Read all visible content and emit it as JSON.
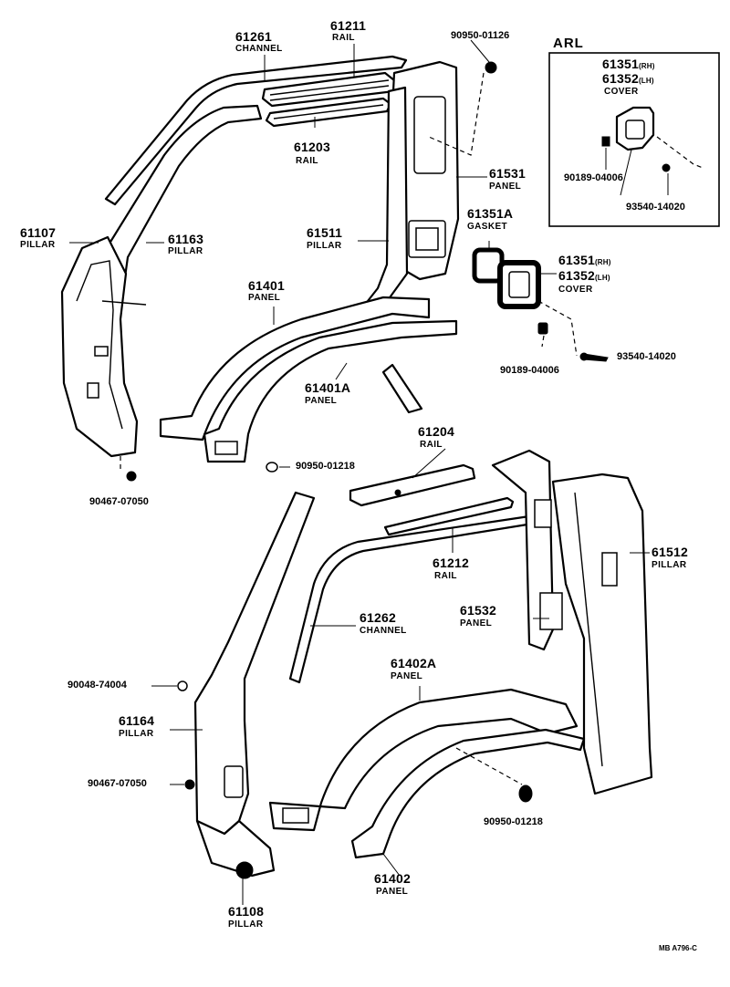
{
  "labels": {
    "channel_61261": {
      "num": "61261",
      "name": "CHANNEL"
    },
    "rail_61211": {
      "num": "61211",
      "name": "RAIL"
    },
    "clip_90950_01126": {
      "num": "90950-01126"
    },
    "rail_61203": {
      "num": "61203",
      "name": "RAIL"
    },
    "pillar_61107": {
      "num": "61107",
      "name": "PILLAR"
    },
    "pillar_61163": {
      "num": "61163",
      "name": "PILLAR"
    },
    "panel_61531": {
      "num": "61531",
      "name": "PANEL"
    },
    "pillar_61511": {
      "num": "61511",
      "name": "PILLAR"
    },
    "gasket_61351a": {
      "num": "61351A",
      "name": "GASKET"
    },
    "cover_main": {
      "num_rh": "61351",
      "rh": "(RH)",
      "num_lh": "61352",
      "lh": "(LH)",
      "name": "COVER"
    },
    "panel_61401": {
      "num": "61401",
      "name": "PANEL"
    },
    "panel_61401a": {
      "num": "61401A",
      "name": "PANEL"
    },
    "plug_90189_04006": {
      "num": "90189-04006"
    },
    "screw_93540_14020": {
      "num": "93540-14020"
    },
    "plug_90950_01218_top": {
      "num": "90950-01218"
    },
    "clip_90467_07050_top": {
      "num": "90467-07050"
    },
    "rail_61204": {
      "num": "61204",
      "name": "RAIL"
    },
    "pillar_61512": {
      "num": "61512",
      "name": "PILLAR"
    },
    "rail_61212": {
      "num": "61212",
      "name": "RAIL"
    },
    "channel_61262": {
      "num": "61262",
      "name": "CHANNEL"
    },
    "panel_61532": {
      "num": "61532",
      "name": "PANEL"
    },
    "clip_90048_74004": {
      "num": "90048-74004"
    },
    "panel_61402a": {
      "num": "61402A",
      "name": "PANEL"
    },
    "pillar_61164": {
      "num": "61164",
      "name": "PILLAR"
    },
    "clip_90467_07050_bottom": {
      "num": "90467-07050"
    },
    "plug_90950_01218_bottom": {
      "num": "90950-01218"
    },
    "panel_61402": {
      "num": "61402",
      "name": "PANEL"
    },
    "pillar_61108": {
      "num": "61108",
      "name": "PILLAR"
    }
  },
  "arl_box": {
    "header": "ARL",
    "cover": {
      "num_rh": "61351",
      "rh": "(RH)",
      "num_lh": "61352",
      "lh": "(LH)",
      "name": "COVER"
    },
    "plug": "90189-04006",
    "screw": "93540-14020"
  },
  "footer_ref": "MB  A796-C"
}
